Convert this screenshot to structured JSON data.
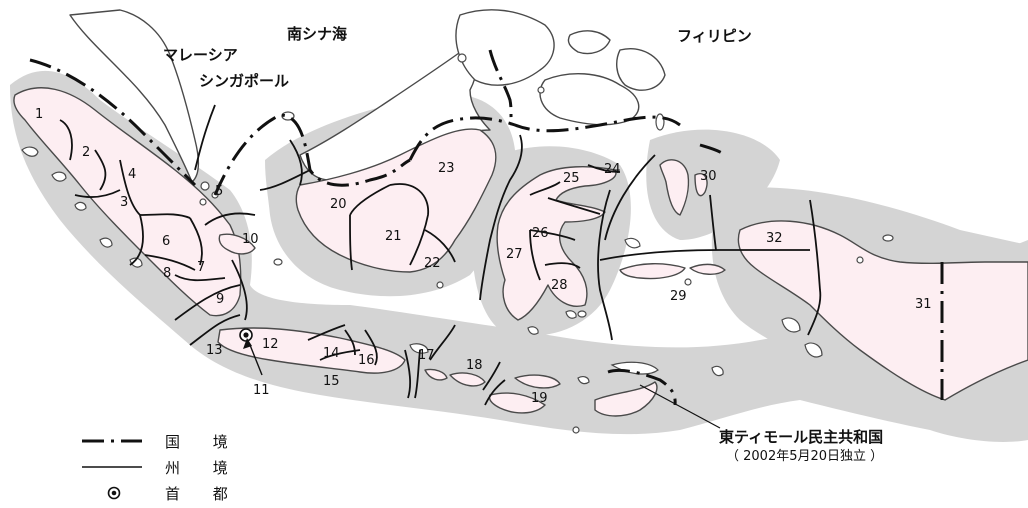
{
  "map_labels": {
    "south_china_sea": "南シナ海",
    "philippines": "フィリピン",
    "malaysia": "マレーシア",
    "singapore": "シンガポール",
    "east_timor": "東ティモール民主共和国",
    "east_timor_note": "（ 2002年5月20日独立 ）"
  },
  "legend": {
    "international_border": "国 境",
    "province_border": "州 境",
    "capital": "首 都"
  },
  "province_numbers": [
    "1",
    "2",
    "3",
    "4",
    "5",
    "6",
    "7",
    "8",
    "9",
    "10",
    "11",
    "12",
    "13",
    "14",
    "15",
    "16",
    "17",
    "18",
    "19",
    "20",
    "21",
    "22",
    "23",
    "24",
    "25",
    "26",
    "27",
    "28",
    "29",
    "30",
    "31",
    "32"
  ],
  "colors": {
    "shelf": "#d4d4d4",
    "indonesia_land": "#fdeef2",
    "other_land": "#ffffff",
    "line": "#111111"
  },
  "icons": [
    "capital-marker-icon",
    "pointer-arrow-icon"
  ]
}
